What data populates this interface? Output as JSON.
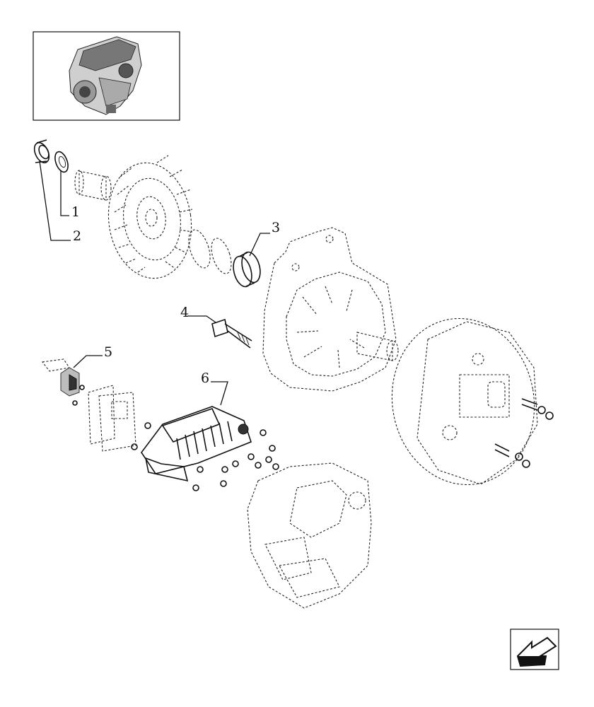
{
  "callouts": [
    {
      "id": "1",
      "text": "1"
    },
    {
      "id": "2",
      "text": "2"
    },
    {
      "id": "3",
      "text": "3"
    },
    {
      "id": "4",
      "text": "4"
    },
    {
      "id": "5",
      "text": "5"
    },
    {
      "id": "6",
      "text": "6"
    }
  ],
  "icons": {
    "engine_thumbnail": "engine-thumbnail-icon",
    "navigation": "next-page-arrow-icon"
  }
}
